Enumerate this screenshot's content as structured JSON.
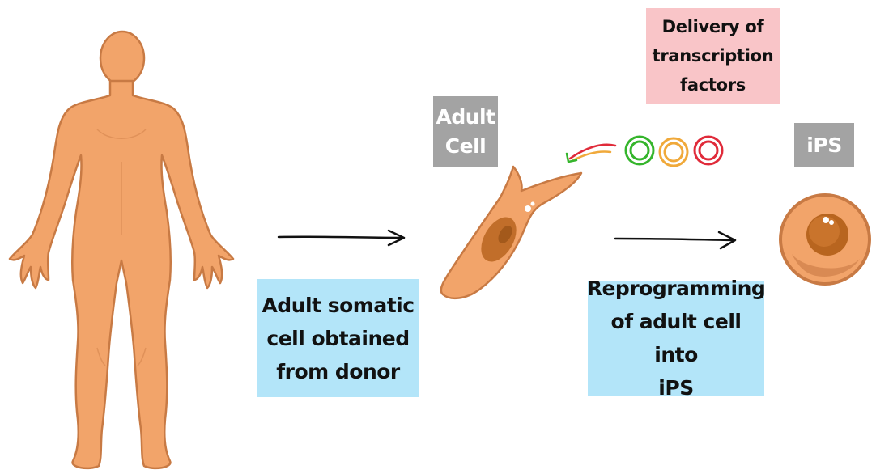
{
  "labels": {
    "adult_cell": "Adult\nCell",
    "ips": "iPS",
    "delivery": "Delivery of\ntranscription\nfactors",
    "somatic": "Adult somatic\ncell obtained\nfrom donor",
    "reprogramming": "Reprogramming\nof adult cell into\niPS"
  },
  "colors": {
    "skin": "#f2a46a",
    "skin_outline": "#c87a44",
    "cell_nucleus": "#b8651f",
    "label_blue": "#b3e5f9",
    "label_pink": "#f9c5c8",
    "label_grey": "#a3a3a3",
    "factor_green": "#35b52c",
    "factor_orange": "#f0a93a",
    "factor_red": "#e02b3a"
  },
  "icons": [
    "human-body-silhouette",
    "adult-cell-icon",
    "ips-cell-icon",
    "transcription-factor-rings",
    "process-arrow"
  ]
}
